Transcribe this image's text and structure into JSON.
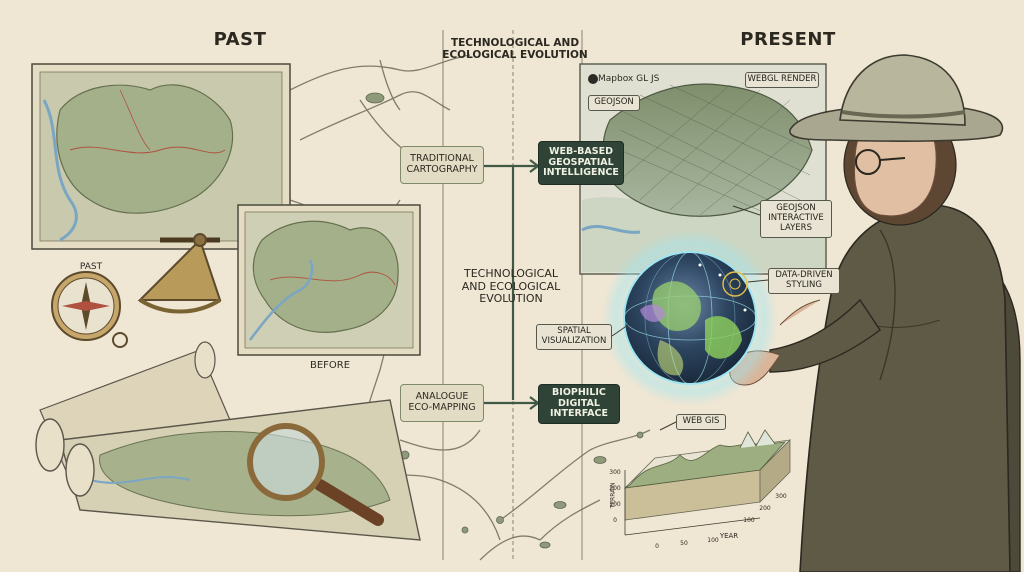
{
  "headings": {
    "past": "PAST",
    "present": "PRESENT"
  },
  "center_title": "TECHNOLOGICAL AND\nECOLOGICAL EVOLUTION",
  "mid_title": "TECHNOLOGICAL\nAND ECOLOGICAL\nEVOLUTION",
  "left_boxes": {
    "traditional": "TRADITIONAL\nCARTOGRAPHY",
    "analogue": "ANALOGUE\nECO-MAPPING"
  },
  "right_boxes": {
    "web_based": "WEB-BASED\nGEOSPATIAL\nINTELLIGENCE",
    "biophilic": "BIOPHILIC\nDIGITAL\nINTERFACE"
  },
  "past_labels": {
    "past": "PAST",
    "before": "BEFORE"
  },
  "present_tags": {
    "mapbox": "Mapbox GL JS",
    "webgl": "WEBGL RENDER",
    "geojson": "GEOJSON",
    "geojson_layers": "GEOJSON\nINTERACTIVE\nLAYERS",
    "data_driven": "DATA-DRIVEN\nSTYLING",
    "spatial": "SPATIAL\nVISUALIZATION",
    "web_gis": "WEB GIS"
  },
  "terrain_chart": {
    "ylabel": "TERRAIN",
    "xlabel": "YEAR",
    "y_ticks": [
      "300",
      "200",
      "100",
      "0"
    ],
    "x_ticks": [
      "0",
      "50",
      "100"
    ],
    "z_ticks": [
      "100",
      "200",
      "300"
    ]
  },
  "colors": {
    "background": "#efe6d3",
    "map_green": "#a3b08a",
    "dark_box": "#2f4436",
    "accent_cyan": "#7fd3e3",
    "jacket": "#5e5a45"
  }
}
